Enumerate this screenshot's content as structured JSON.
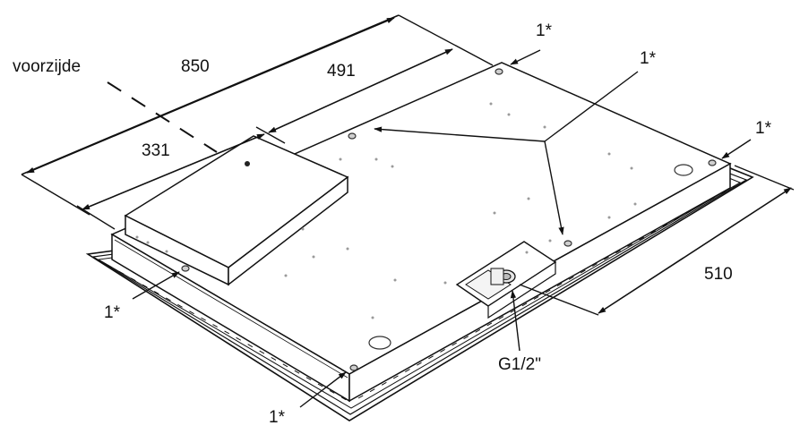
{
  "labels": {
    "front": "voorzijde",
    "length": "850",
    "hole_spacing_long": "491",
    "offset": "331",
    "width": "510",
    "connection": "G1/2\"",
    "mount_top_center": "1*",
    "mount_center": "1*",
    "mount_right": "1*",
    "mount_left": "1*",
    "mount_bottom": "1*"
  },
  "colors": {
    "line": "#111111",
    "panel": "#ffffff",
    "hole": "#cfcfcf"
  }
}
